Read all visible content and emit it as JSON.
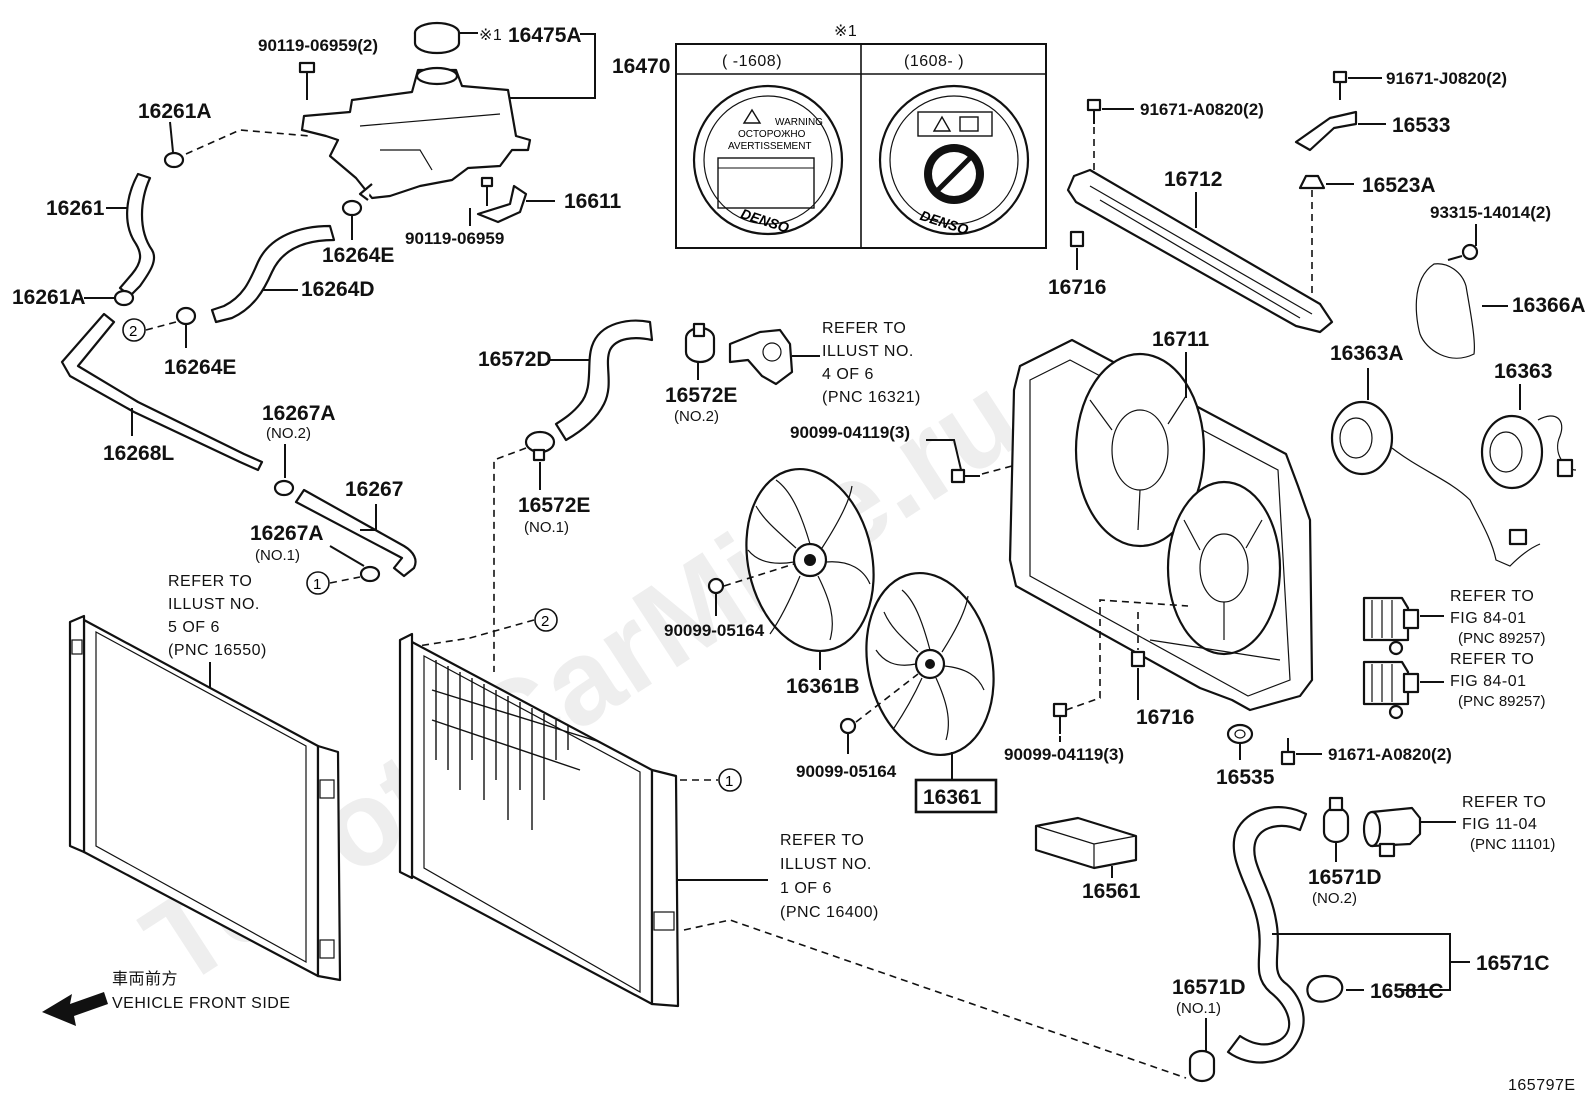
{
  "watermark": "ToyotaCarMine.ru",
  "figure_id": "165797E",
  "inset": {
    "note_mark": "※1",
    "col_left": "(     -1608)",
    "col_right": "(1608-     )",
    "cap_left_text": [
      "WARNING",
      "OCTOPOЖНО",
      "AVERTISSEMENT"
    ],
    "cap_left_brand": "DENSO",
    "cap_right_brand": "DENSO"
  },
  "labels": {
    "p16475A": "16475A",
    "p16475A_mark": "※1",
    "p16470": "16470",
    "p90119_06959_2": "90119-06959(2)",
    "p16261A_top": "16261A",
    "p16261": "16261",
    "p16261A_bot": "16261A",
    "p16264E_top": "16264E",
    "p16264D": "16264D",
    "p16264E_bot": "16264E",
    "p16611": "16611",
    "p90119_06959": "90119-06959",
    "p16268L": "16268L",
    "p16267A_top": "16267A",
    "p16267A_top_sub": "(NO.2)",
    "p16267": "16267",
    "p16267A_bot": "16267A",
    "p16267A_bot_sub": "(NO.1)",
    "p16572D": "16572D",
    "p16572E_top": "16572E",
    "p16572E_top_sub": "(NO.2)",
    "p16572E_bot": "16572E",
    "p16572E_bot_sub": "(NO.1)",
    "p90099_04119_3_top": "90099-04119(3)",
    "p90099_05164_top": "90099-05164",
    "p16361B": "16361B",
    "p90099_05164_bot": "90099-05164",
    "p16361": "16361",
    "p16712": "16712",
    "p16716_top": "16716",
    "p16711": "16711",
    "p16716_bot": "16716",
    "p90099_04119_3_bot": "90099-04119(3)",
    "p16535": "16535",
    "p91671_A0820_2_top": "91671-A0820(2)",
    "p91671_A0820_2_bot": "91671-A0820(2)",
    "p91671_J0820_2": "91671-J0820(2)",
    "p16533": "16533",
    "p16523A": "16523A",
    "p93315_14014_2": "93315-14014(2)",
    "p16366A": "16366A",
    "p16363A": "16363A",
    "p16363": "16363",
    "p16561": "16561",
    "p16571D_top": "16571D",
    "p16571D_top_sub": "(NO.2)",
    "p16571D_bot": "16571D",
    "p16571D_bot_sub": "(NO.1)",
    "p16571C": "16571C",
    "p16581C": "16581C"
  },
  "callouts": {
    "c1": "1",
    "c2": "2"
  },
  "references": {
    "ref_16321": [
      "REFER TO",
      "ILLUST NO.",
      "4 OF 6",
      "(PNC 16321)"
    ],
    "ref_16550": [
      "REFER TO",
      "ILLUST NO.",
      "5 OF 6",
      "(PNC 16550)"
    ],
    "ref_16400": [
      "REFER TO",
      "ILLUST NO.",
      "1 OF 6",
      "(PNC 16400)"
    ],
    "ref_89257_a": [
      "REFER TO",
      "FIG 84-01",
      "(PNC 89257)"
    ],
    "ref_89257_b": [
      "REFER TO",
      "FIG 84-01",
      "(PNC 89257)"
    ],
    "ref_11101": [
      "REFER TO",
      "FIG 11-04",
      "(PNC 11101)"
    ]
  },
  "direction": {
    "japanese": "車両前方",
    "english": "VEHICLE FRONT SIDE"
  }
}
